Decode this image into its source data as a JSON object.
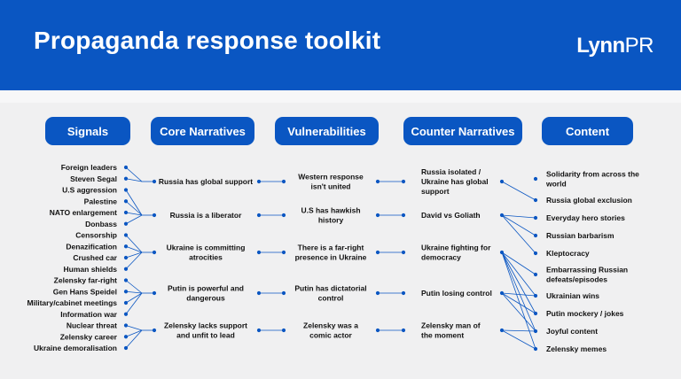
{
  "header": {
    "title": "Propaganda response toolkit",
    "logo_part1": "Lynn",
    "logo_part2": "PR"
  },
  "columns": [
    {
      "label": "Signals"
    },
    {
      "label": "Core Narratives"
    },
    {
      "label": "Vulnerabilities"
    },
    {
      "label": "Counter Narratives"
    },
    {
      "label": "Content"
    }
  ],
  "signals": [
    "Foreign leaders",
    "Steven Segal",
    "U.S aggression",
    "Palestine",
    "NATO enlargement",
    "Donbass",
    "Censorship",
    "Denazification",
    "Crushed car",
    "Human shields",
    "Zelensky far-right",
    "Gen Hans Speidel",
    "Military/cabinet meetings",
    "Information war",
    "Nuclear threat",
    "Zelensky career",
    "Ukraine demoralisation"
  ],
  "core_narratives": [
    [
      "Russia has global support"
    ],
    [
      "Russia is a liberator"
    ],
    [
      "Ukraine is committing",
      "atrocities"
    ],
    [
      "Putin is powerful and",
      "dangerous"
    ],
    [
      "Zelensky lacks support",
      "and unfit to lead"
    ]
  ],
  "vulnerabilities": [
    [
      "Western response",
      "isn't united"
    ],
    [
      "U.S has hawkish",
      "history"
    ],
    [
      "There is a far-right",
      "presence in Ukraine"
    ],
    [
      "Putin has dictatorial",
      "control"
    ],
    [
      "Zelensky was a",
      "comic actor"
    ]
  ],
  "counter_narratives": [
    [
      "Russia isolated /",
      "Ukraine has global",
      "support"
    ],
    [
      "David vs Goliath"
    ],
    [
      "Ukraine fighting for",
      "democracy"
    ],
    [
      "Putin losing control"
    ],
    [
      "Zelensky man of",
      "the moment"
    ]
  ],
  "content": [
    [
      "Solidarity from across the",
      "world"
    ],
    [
      "Russia global exclusion"
    ],
    [
      "Everyday hero stories"
    ],
    [
      "Russian barbarism"
    ],
    [
      "Kleptocracy"
    ],
    [
      "Embarrassing Russian",
      "defeats/episodes"
    ],
    [
      "Ukrainian wins"
    ],
    [
      "Putin mockery / jokes"
    ],
    [
      "Joyful content"
    ],
    [
      "Zelensky memes"
    ]
  ],
  "links": {
    "signal_to_core": [
      0,
      0,
      1,
      1,
      1,
      1,
      2,
      2,
      2,
      2,
      3,
      3,
      3,
      3,
      4,
      4,
      4
    ],
    "counter_to_content": [
      [
        0,
        1
      ],
      [
        1,
        2,
        3,
        4
      ],
      [
        2,
        5,
        6,
        7,
        8,
        9
      ],
      [
        3,
        6,
        7,
        8
      ],
      [
        4,
        8,
        9
      ]
    ]
  },
  "colors": {
    "accent": "#0a56c2",
    "background": "#f0f0f1",
    "text": "#111111"
  }
}
